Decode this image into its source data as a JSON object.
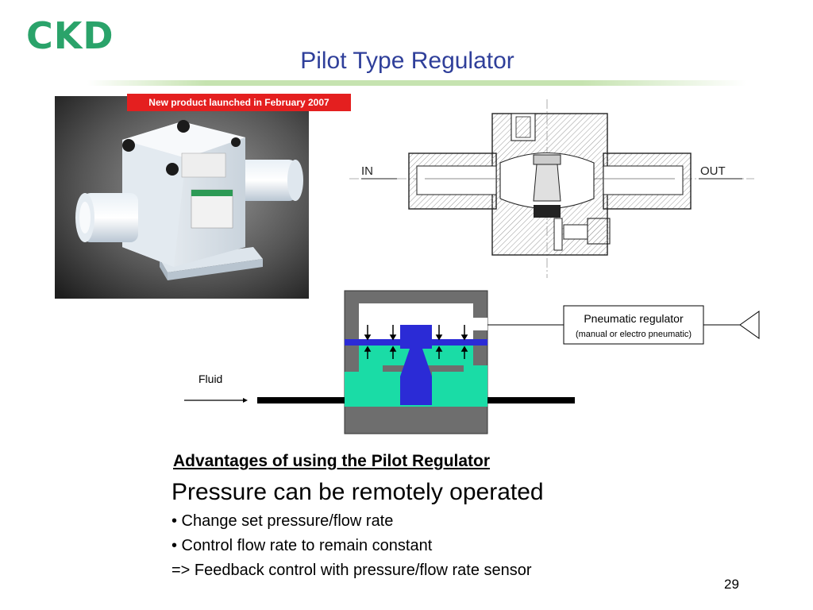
{
  "brand": "CKD",
  "title": "Pilot Type Regulator",
  "badge": "New product launched in February 2007",
  "cutaway": {
    "in_label": "IN",
    "out_label": "OUT"
  },
  "schematic": {
    "fluid_label": "Fluid",
    "regulator_label": "Pneumatic regulator",
    "regulator_sub": "(manual or electro pneumatic)",
    "colors": {
      "fluid": "#1adca6",
      "pilot": "#2b2bd6",
      "body": "#6e6e6e"
    }
  },
  "advantages": {
    "heading": "Advantages of using the Pilot Regulator",
    "lead": "Pressure can be remotely operated",
    "bullets": [
      "• Change set pressure/flow rate",
      "• Control flow rate to remain constant",
      "=> Feedback control with pressure/flow rate sensor"
    ]
  },
  "page_number": "29"
}
